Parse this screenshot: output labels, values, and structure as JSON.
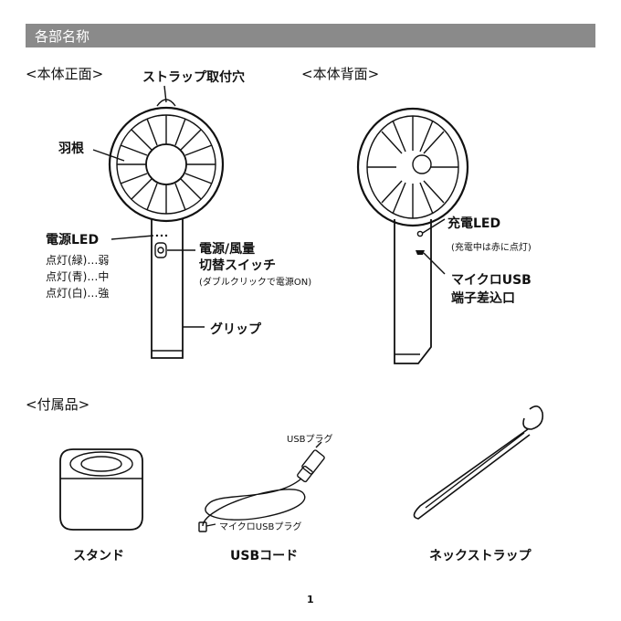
{
  "header": {
    "title": "各部名称"
  },
  "front": {
    "label": "<本体正面>",
    "strap_hole": "ストラップ取付穴",
    "blade": "羽根",
    "power_led": "電源LED",
    "led_green": "点灯(緑)…弱",
    "led_blue": "点灯(青)…中",
    "led_white": "点灯(白)…強",
    "switch_line1": "電源/風量",
    "switch_line2": "切替スイッチ",
    "switch_note": "(ダブルクリックで電源ON)",
    "grip": "グリップ"
  },
  "back": {
    "label": "<本体背面>",
    "charge_led": "充電LED",
    "charge_note": "(充電中は赤に点灯)",
    "usb_line1": "マイクロUSB",
    "usb_line2": "端子差込口"
  },
  "accessories": {
    "label": "<付属品>",
    "stand": "スタンド",
    "usb_cord": "USBコード",
    "usb_plug": "USBプラグ",
    "micro_usb_plug": "マイクロUSBプラグ",
    "neck_strap": "ネックストラップ"
  },
  "footer": {
    "page_number": "1"
  },
  "colors": {
    "header_bar": "#8a8a8a",
    "line": "#111111"
  }
}
